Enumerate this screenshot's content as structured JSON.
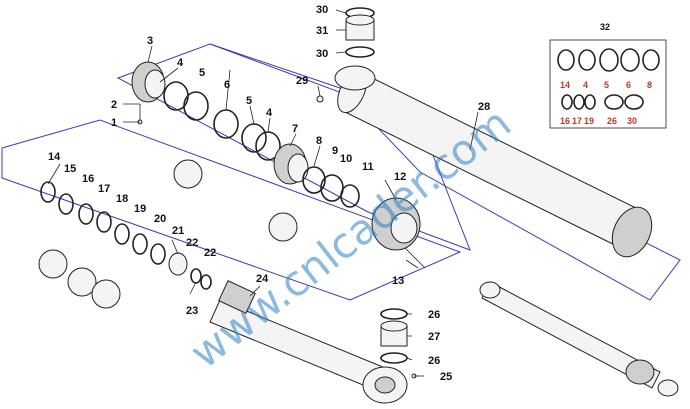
{
  "title": "",
  "watermark": "www.cnlcader.com",
  "callouts": [
    "1",
    "2",
    "3",
    "4",
    "5",
    "6",
    "5",
    "4",
    "7",
    "8",
    "9",
    "10",
    "11",
    "12",
    "13",
    "14",
    "15",
    "16",
    "17",
    "18",
    "19",
    "20",
    "21",
    "22",
    "22",
    "23",
    "24",
    "25",
    "26",
    "27",
    "26",
    "28",
    "29",
    "30",
    "31",
    "30",
    "32"
  ],
  "kit": {
    "label": "32",
    "row1": [
      "14",
      "4",
      "5",
      "6",
      "8"
    ],
    "row2": [
      "16",
      "17",
      "19",
      "26",
      "30"
    ]
  },
  "colors": {
    "frame": "#3b3bb8",
    "watermark": "#2d7fc4",
    "kit_label": "#c0392b"
  }
}
